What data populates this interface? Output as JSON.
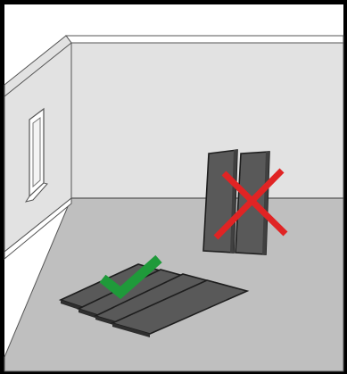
{
  "illustration": {
    "colors": {
      "frame": "#000000",
      "wall": "#e2e2e2",
      "wall_outline": "#555555",
      "trim": "#ffffff",
      "floor": "#bfbfbf",
      "plank": "#595959",
      "plank_edge": "#1e1e1e",
      "plank_highlight": "#7a7a7a",
      "correct_mark": "#1f9a3a",
      "incorrect_mark": "#e02424"
    },
    "correct_storage": {
      "orientation": "flat",
      "plank_count": 4,
      "mark": "checkmark-icon"
    },
    "incorrect_storage": {
      "orientation": "upright",
      "plank_count": 2,
      "mark": "cross-icon"
    }
  }
}
